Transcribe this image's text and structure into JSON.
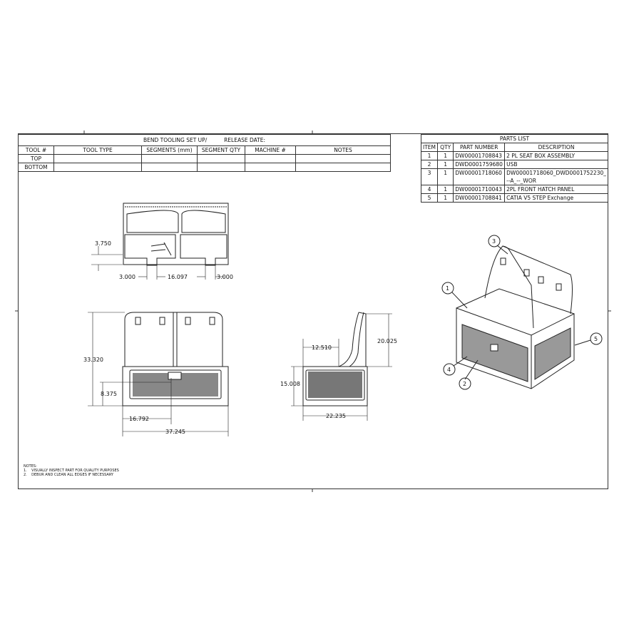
{
  "bend_tooling": {
    "title": "BEND TOOLING SET UP/",
    "release_label": "RELEASE DATE:",
    "headers": [
      "TOOL #",
      "TOOL TYPE",
      "SEGMENTS (mm)",
      "SEGMENT QTY",
      "MACHINE #",
      "NOTES"
    ],
    "rows": [
      "TOP",
      "BOTTOM"
    ]
  },
  "parts_list": {
    "title": "PARTS LIST",
    "headers": [
      "ITEM",
      "QTY",
      "PART NUMBER",
      "DESCRIPTION"
    ],
    "rows": [
      {
        "item": "1",
        "qty": "1",
        "part": "DW00001708843",
        "desc": "2 PL SEAT BOX ASSEMBLY"
      },
      {
        "item": "2",
        "qty": "1",
        "part": "DWD0001759680",
        "desc": "USB"
      },
      {
        "item": "3",
        "qty": "1",
        "part": "DW00001718060",
        "desc": "DW00001718060_DWD0001752230_",
        "desc2": "--A_--_WOR"
      },
      {
        "item": "4",
        "qty": "1",
        "part": "DW00001710043",
        "desc": "2PL FRONT HATCH PANEL"
      },
      {
        "item": "5",
        "qty": "1",
        "part": "DW00001708841",
        "desc": "CATIA V5 STEP Exchange"
      }
    ]
  },
  "dimensions": {
    "top_view": {
      "height": "3.750",
      "left": "3.000",
      "middle": "16.097",
      "right": "3.000"
    },
    "front_view": {
      "height": "33.320",
      "usb_height": "8.375",
      "usb_offset": "16.792",
      "width": "37.245"
    },
    "side_view": {
      "seat_depth": "12.510",
      "back_height": "20.025",
      "box_height": "15.008",
      "depth": "22.235"
    }
  },
  "balloons": [
    "1",
    "2",
    "3",
    "4",
    "5"
  ],
  "notes": {
    "title": "NOTES:",
    "items": [
      "1.    VISUALLY INSPECT PART FOR QUALITY PURPOSES",
      "2.    DEBUR AND CLEAN ALL EDGES IF NECESSARY"
    ]
  }
}
